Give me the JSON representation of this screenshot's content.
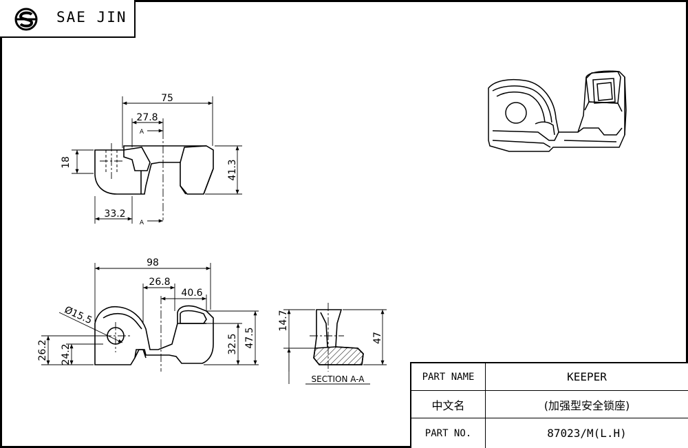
{
  "brand": {
    "name": "SAE JIN",
    "logo_icon": "sae-jin-logo-icon"
  },
  "dimensions": {
    "top_width": "75",
    "top_offset": "27.8",
    "section_marker": "A",
    "top_height": "18",
    "top_total_height": "41.3",
    "top_left_offset": "33.2",
    "front_width": "98",
    "front_offset_a": "26.8",
    "front_offset_b": "40.6",
    "hole_diameter": "Ø15.5",
    "front_h1": "26.2",
    "front_h2": "24.2",
    "front_h3": "32.5",
    "front_h4": "47.5",
    "section_h1": "14.7",
    "section_h2": "47"
  },
  "section_label": "SECTION A-A",
  "title_block": {
    "part_name_label": "PART NAME",
    "part_name_value": "KEEPER",
    "chinese_name_label": "中文名",
    "chinese_name_value": "(加强型安全锁座)",
    "part_no_label": "PART NO.",
    "part_no_value": "87023/M(L.H)"
  }
}
